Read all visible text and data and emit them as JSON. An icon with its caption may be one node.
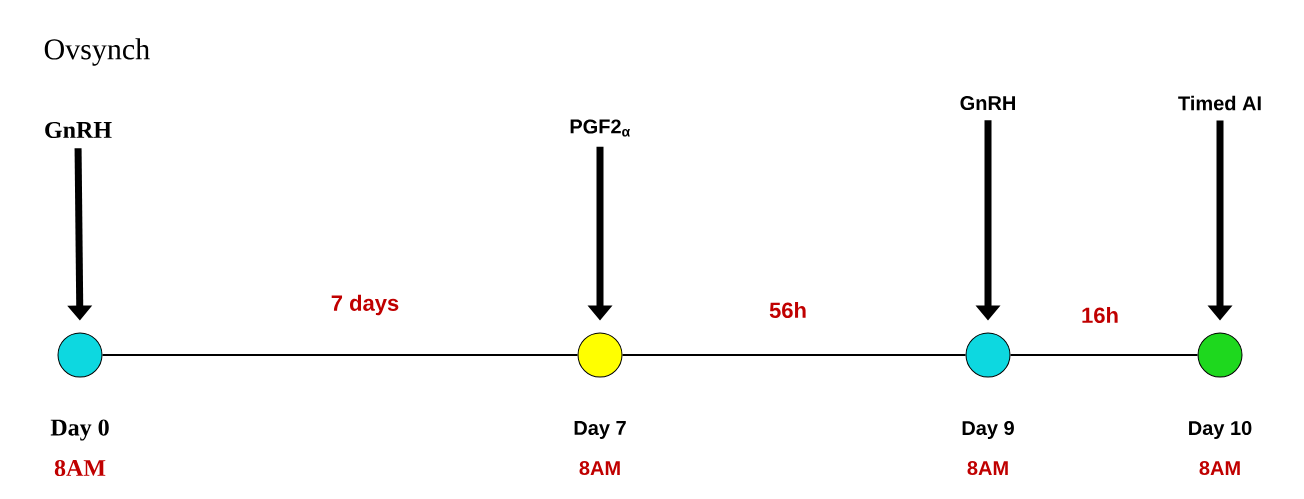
{
  "diagram": {
    "title": "Ovsynch",
    "nodes": [
      {
        "text": [
          "GnRH"
        ]
      },
      {
        "text": [
          "PGF2$_{α}$"
        ]
      },
      {
        "text": [
          "GnRH"
        ]
      },
      {
        "text": [
          "Timed AI"
        ]
      },
      {
        "text": [],
        "shape": "circle",
        "beside": [
          "Day 0",
          "8AM"
        ]
      },
      {
        "text": [],
        "shape": "circle",
        "beside": [
          "Day 7",
          "8AM"
        ]
      },
      {
        "text": [],
        "shape": "circle",
        "beside": [
          "Day 9",
          "8AM"
        ]
      },
      {
        "text": [],
        "shape": "circle",
        "beside": [
          "Day 10",
          "8AM"
        ]
      }
    ],
    "edges": [
      {
        "from": 0,
        "to": 4,
        "arrow": "to"
      },
      {
        "from": 1,
        "to": 5,
        "arrow": "to"
      },
      {
        "from": 2,
        "to": 6,
        "arrow": "to"
      },
      {
        "from": 3,
        "to": 7,
        "arrow": "to"
      },
      {
        "from": 4,
        "to": 5,
        "arrow": "none",
        "label": "7 days"
      },
      {
        "from": 5,
        "to": 6,
        "arrow": "none",
        "label": "56h"
      },
      {
        "from": 6,
        "to": 7,
        "arrow": "none",
        "label": "16h"
      }
    ]
  }
}
